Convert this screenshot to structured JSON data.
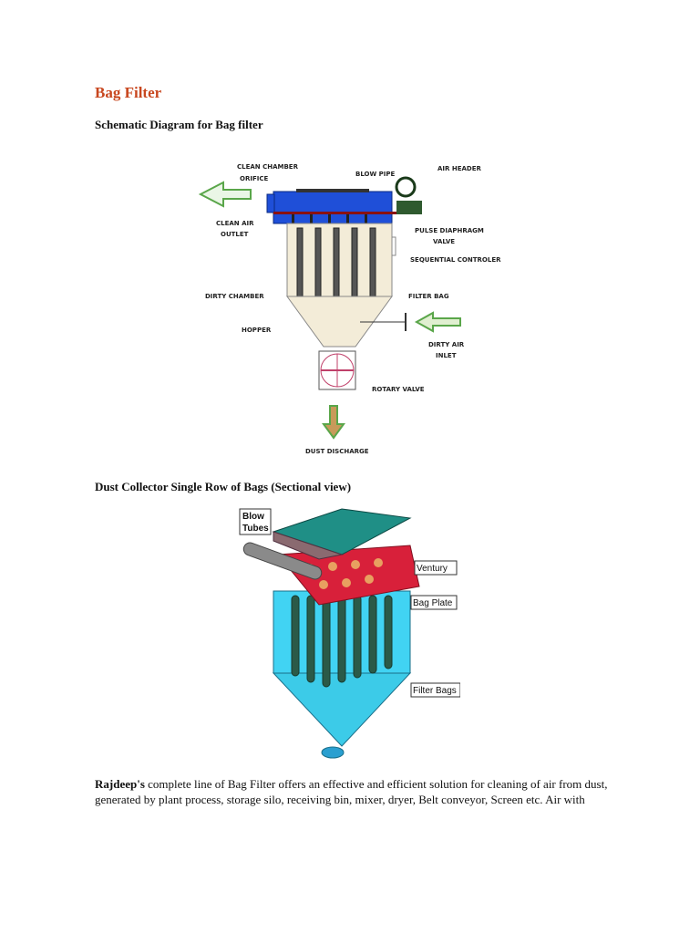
{
  "document": {
    "title": "Bag Filter",
    "sections": [
      {
        "heading": "Schematic Diagram for Bag filter",
        "figure": {
          "type": "schematic",
          "labels": {
            "clean_chamber": "CLEAN CHAMBER",
            "orifice": "ORIFICE",
            "blow_pipe": "BLOW PIPE",
            "air_header": "AIR HEADER",
            "clean_air_outlet_1": "CLEAN AIR",
            "clean_air_outlet_2": "OUTLET",
            "pulse_valve_1": "PULSE DIAPHRAGM",
            "pulse_valve_2": "VALVE",
            "sequential_controller": "SEQUENTIAL CONTROLER",
            "dirty_chamber": "DIRTY CHAMBER",
            "filter_bag": "FILTER BAG",
            "hopper": "HOPPER",
            "dirty_air_inlet_1": "DIRTY AIR",
            "dirty_air_inlet_2": "INLET",
            "rotary_valve": "ROTARY VALVE",
            "dust_discharge": "DUST DISCHARGE"
          }
        }
      },
      {
        "heading": "Dust Collector Single Row of Bags (Sectional view)",
        "figure": {
          "type": "sectional-view",
          "labels": {
            "blow_tubes_1": "Blow",
            "blow_tubes_2": "Tubes",
            "ventury": "Ventury",
            "bag_plate": "Bag Plate",
            "filter_bags": "Filter Bags"
          }
        }
      }
    ],
    "paragraph": {
      "bold_lead": "Rajdeep's",
      "text": " complete line of Bag Filter offers an effective and efficient solution for cleaning of air from dust, generated by plant process, storage silo, receiving bin, mixer, dryer, Belt conveyor, Screen etc. Air with"
    }
  },
  "colors": {
    "title": "#c8471f",
    "chamber_blue": "#1f4fd8",
    "arrow_green": "#5aa64a",
    "housing_cyan": "#41d3f3",
    "lid_teal": "#1f8f86",
    "bag_plate_red": "#d8203a"
  }
}
